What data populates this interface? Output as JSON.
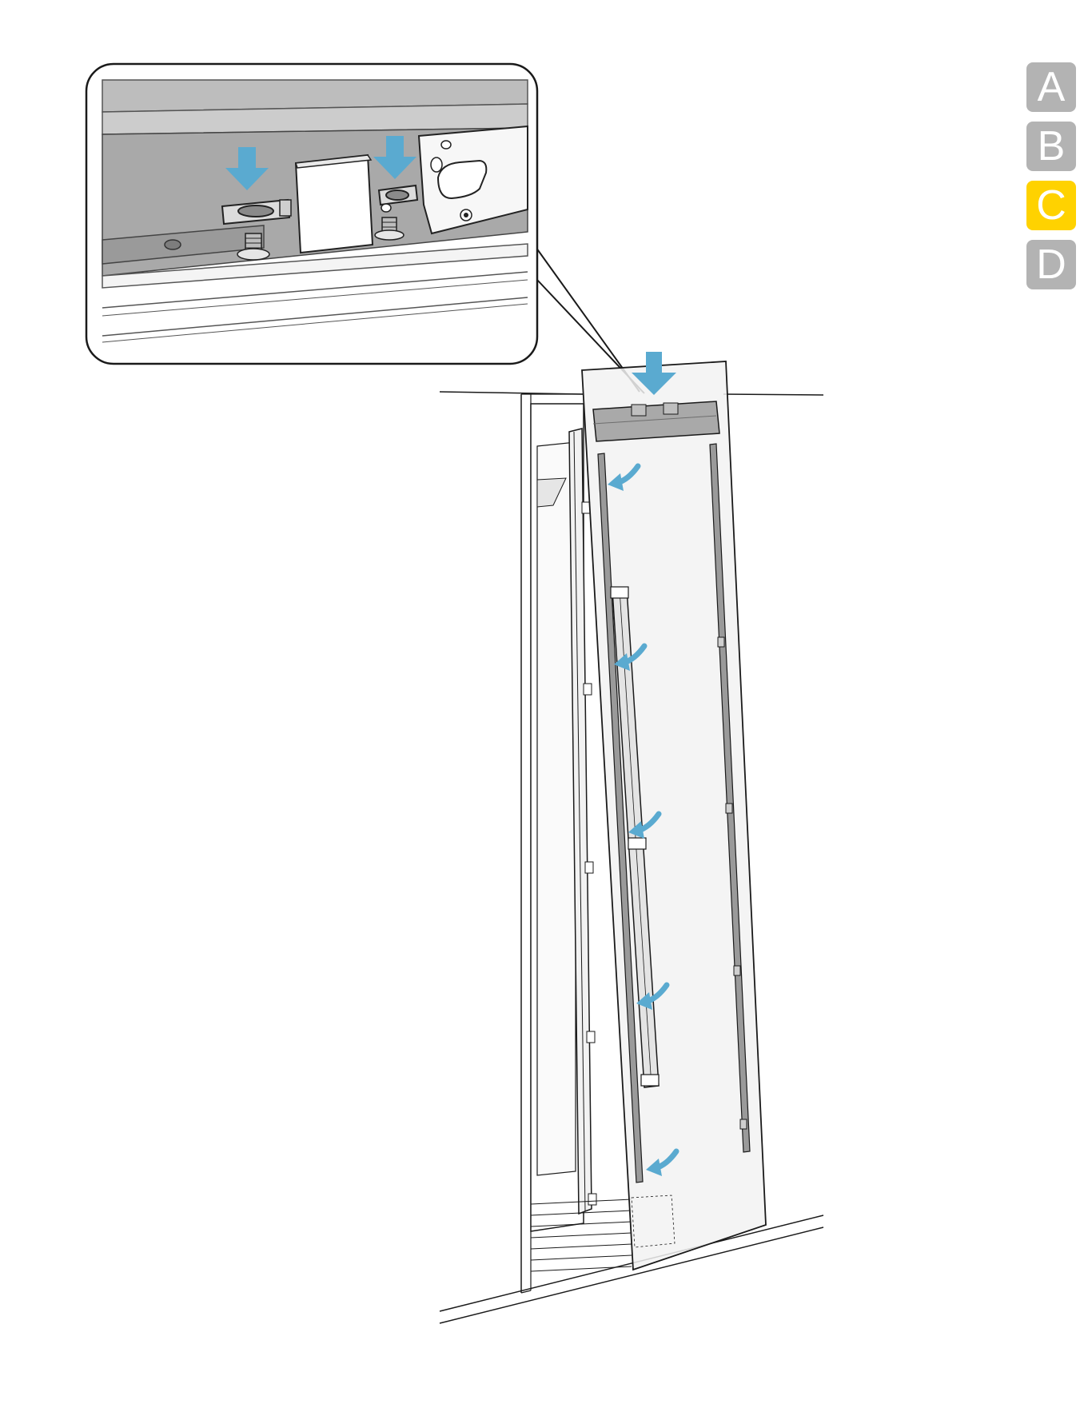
{
  "steps": {
    "items": [
      {
        "label": "A",
        "active": false
      },
      {
        "label": "B",
        "active": false
      },
      {
        "label": "C",
        "active": true
      },
      {
        "label": "D",
        "active": false
      }
    ],
    "active_color": "#ffd200",
    "inactive_color": "#b3b3b3"
  },
  "illustration": {
    "arrow_color": "#5aaad0",
    "line_color": "#1a1a1a",
    "panel_fill": "#f2f2f2",
    "icons": [
      "down-arrow-icon",
      "curved-arrow-icon"
    ]
  }
}
